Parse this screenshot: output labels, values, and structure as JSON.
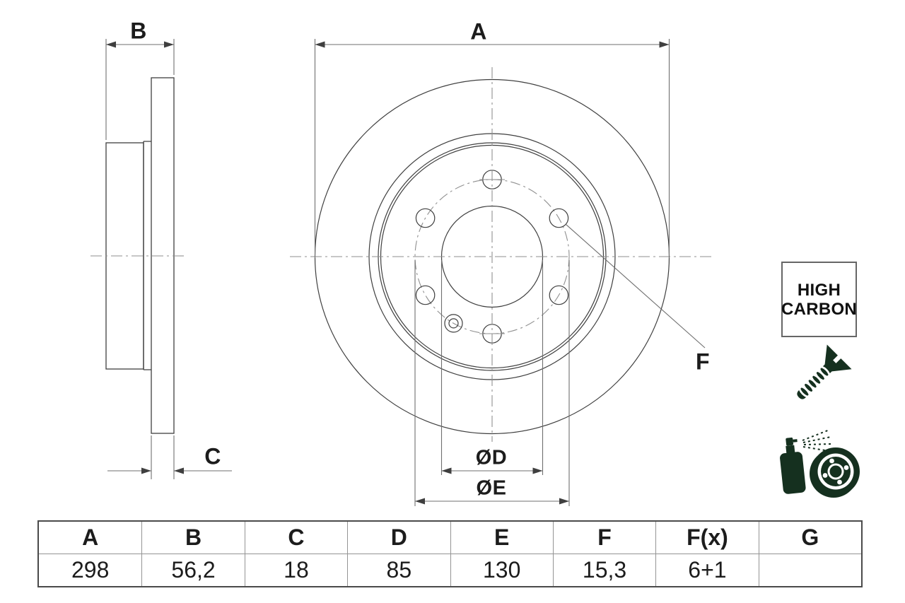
{
  "drawing": {
    "labels": {
      "a": "A",
      "b": "B",
      "c": "C",
      "f": "F",
      "dd": "ØD",
      "de": "ØE"
    },
    "badge": {
      "line1": "HIGH",
      "line2": "CARBON"
    },
    "icon_names": [
      "countersunk-screw-icon",
      "spray-can-coating-disc-icon"
    ],
    "colors": {
      "object_line": "#3f3f3f",
      "center_line": "#8f8f8f",
      "dimension_line": "#6f6f6f",
      "icon": "#15301f",
      "text": "#1c1c1c"
    }
  },
  "table": {
    "headers": [
      "A",
      "B",
      "C",
      "D",
      "E",
      "F",
      "F(x)",
      "G"
    ],
    "values": [
      "298",
      "56,2",
      "18",
      "85",
      "130",
      "15,3",
      "6+1",
      ""
    ]
  }
}
